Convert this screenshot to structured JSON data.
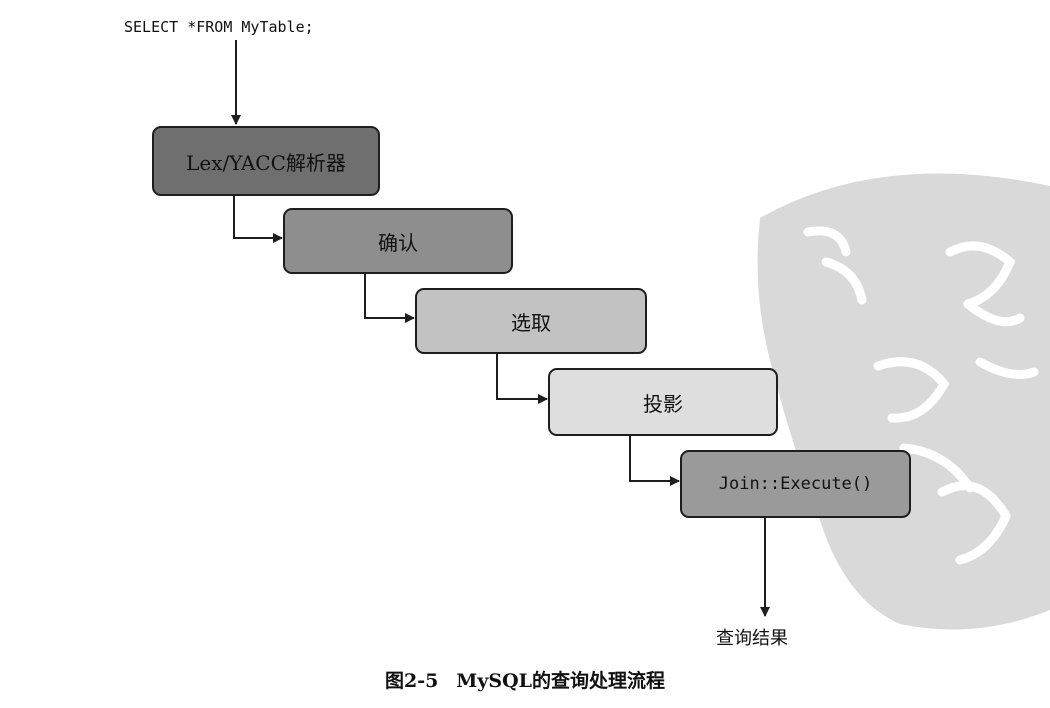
{
  "query": "SELECT *FROM MyTable;",
  "steps": [
    {
      "label": "Lex/YACC解析器",
      "fill": "#6f6f6f",
      "mono": false
    },
    {
      "label": "确认",
      "fill": "#8e8e8e",
      "mono": false
    },
    {
      "label": "选取",
      "fill": "#c2c2c2",
      "mono": false
    },
    {
      "label": "投影",
      "fill": "#dedede",
      "mono": false
    },
    {
      "label": "Join::Execute()",
      "fill": "#9a9a9a",
      "mono": true
    }
  ],
  "result": "查询结果",
  "caption": {
    "number": "图2-5",
    "title": "MySQL的查询处理流程"
  },
  "colors": {
    "line": "#1e1e1e",
    "background_panel": "#f7f7f7",
    "seal": "#d9d9d9"
  }
}
